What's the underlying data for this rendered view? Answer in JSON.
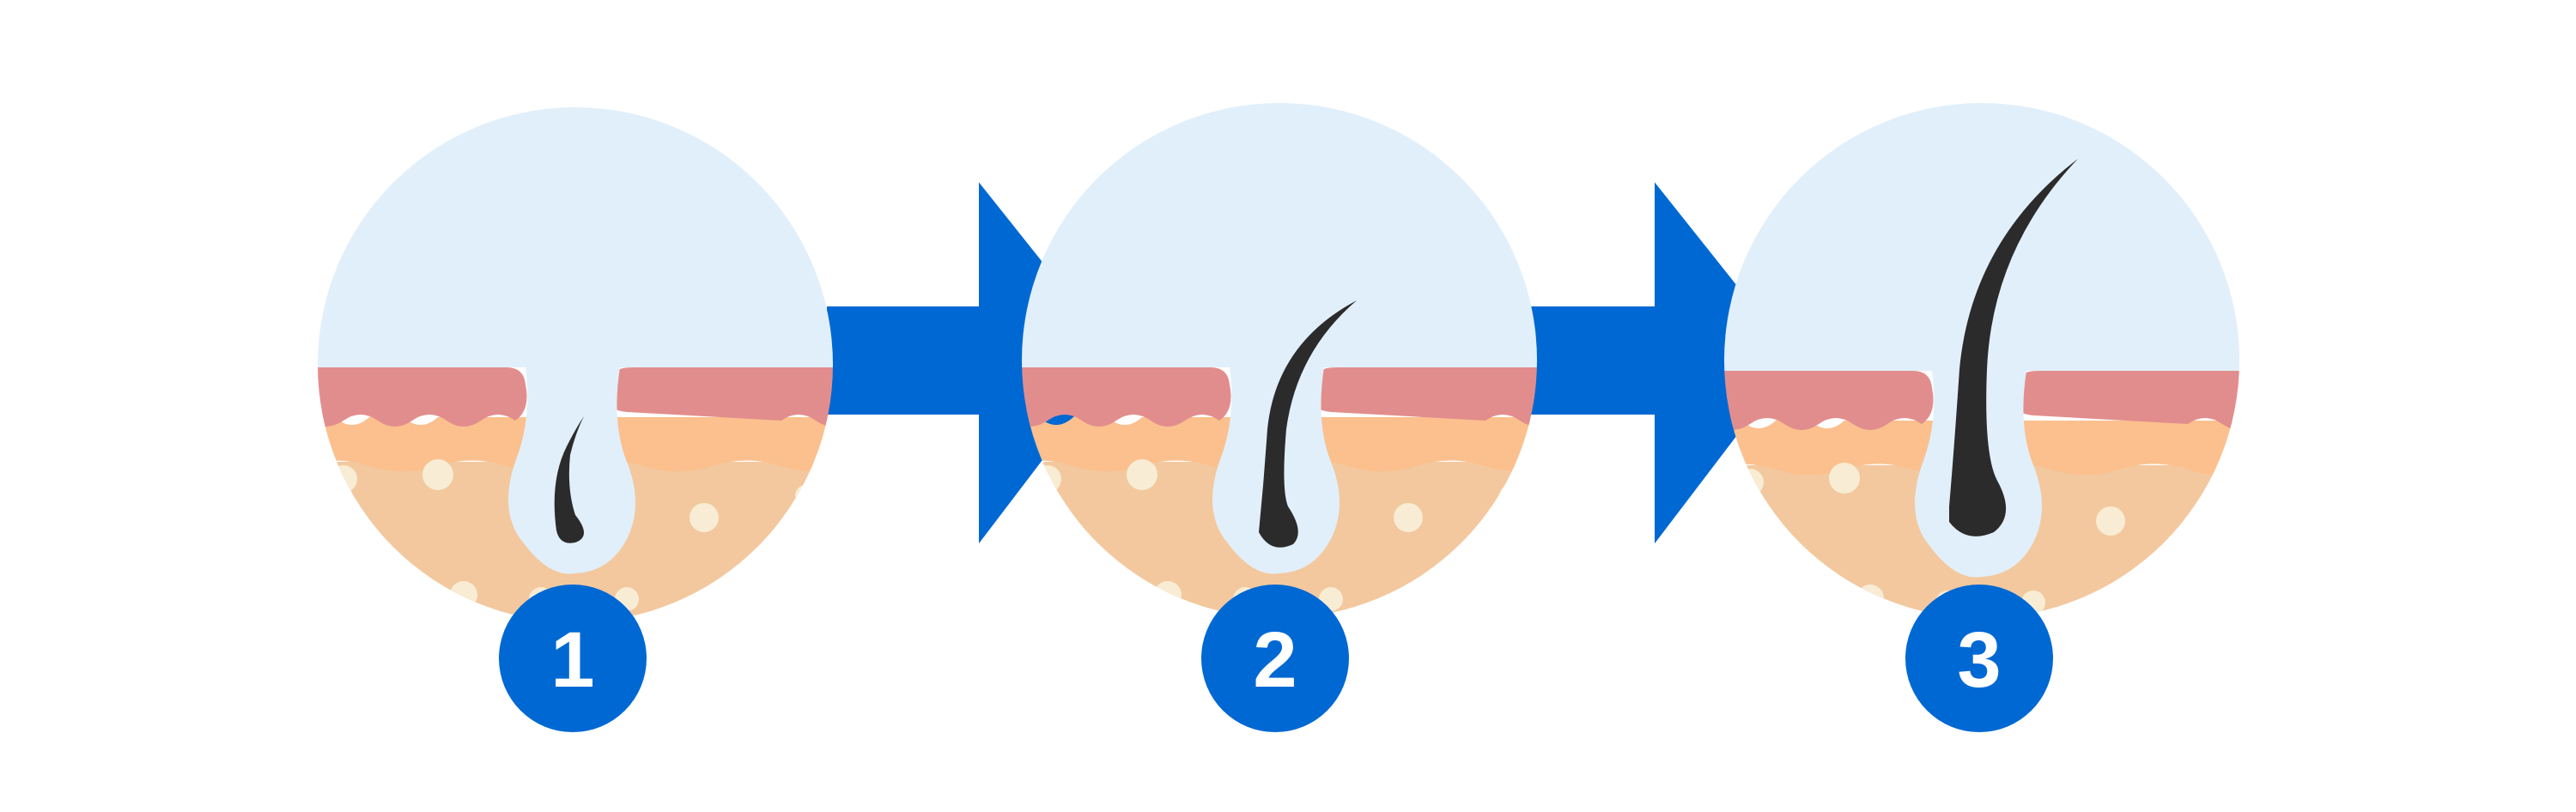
{
  "colors": {
    "background": "#ffffff",
    "sky": "#e1effa",
    "epidermis": "#e28d8d",
    "dermis_upper": "#fbc08e",
    "dermis_lower": "#f3c89e",
    "cell_dot": "#f8ecd4",
    "follicle": "#e1effa",
    "hair": "#2b2b2b",
    "arrow": "#0068d3",
    "badge": "#0068d3",
    "badge_text": "#ffffff"
  },
  "steps": [
    {
      "number": "1",
      "hair_stage": "short"
    },
    {
      "number": "2",
      "hair_stage": "medium"
    },
    {
      "number": "3",
      "hair_stage": "long"
    }
  ],
  "icons": {
    "arrow": "right-arrow-icon",
    "hair": "hair-strand-icon"
  }
}
